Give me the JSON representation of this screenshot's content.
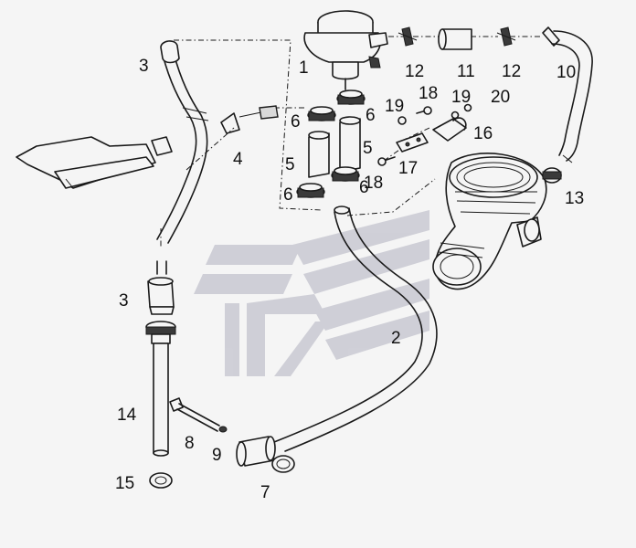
{
  "watermark_color": "#c9c9d2",
  "labels": {
    "l1": "1",
    "l2": "2",
    "l3_top": "3",
    "l3_bottom": "3",
    "l4": "4",
    "l5_left": "5",
    "l5_right": "5",
    "l6_a": "6",
    "l6_b": "6",
    "l6_c": "6",
    "l6_d": "6",
    "l7": "7",
    "l8": "8",
    "l9": "9",
    "l10": "10",
    "l11": "11",
    "l12_left": "12",
    "l12_right": "12",
    "l13": "13",
    "l14": "14",
    "l15": "15",
    "l16": "16",
    "l17": "17",
    "l18_top": "18",
    "l18_bottom": "18",
    "l19_left": "19",
    "l19_right": "19",
    "l20": "20"
  }
}
